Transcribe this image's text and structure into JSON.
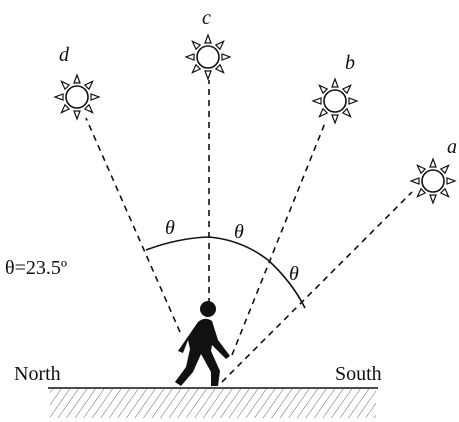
{
  "labels": {
    "d": "d",
    "c": "c",
    "b": "b",
    "a": "a",
    "theta_1": "θ",
    "theta_2": "θ",
    "theta_3": "θ",
    "theta_value": "θ=23.5º",
    "north": "North",
    "south": "South"
  }
}
